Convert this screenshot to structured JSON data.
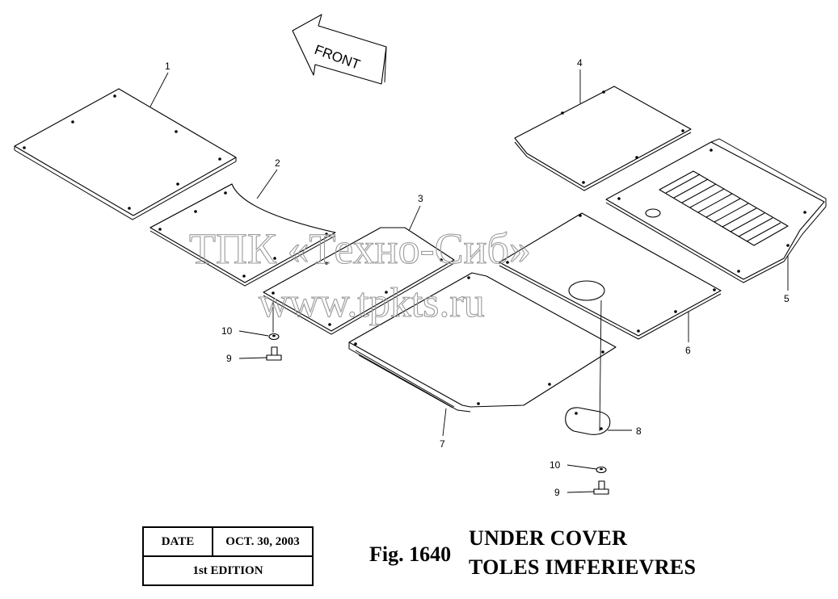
{
  "front_arrow": {
    "label": "FRONT"
  },
  "watermark": {
    "line1": "ТПК «Техно-Сиб»",
    "line2": "www.tpkts.ru"
  },
  "callouts": {
    "p1": "1",
    "p2": "2",
    "p3": "3",
    "p4": "4",
    "p5": "5",
    "p6": "6",
    "p7": "7",
    "p8": "8",
    "p9a": "9",
    "p9b": "9",
    "p10a": "10",
    "p10b": "10"
  },
  "edition_table": {
    "date_label": "DATE",
    "date_value": "OCT. 30, 2003",
    "edition": "1st EDITION"
  },
  "figure": {
    "number": "Fig. 1640",
    "title_en": "UNDER COVER",
    "title_fr": "TOLES IMFERIEVRES"
  }
}
